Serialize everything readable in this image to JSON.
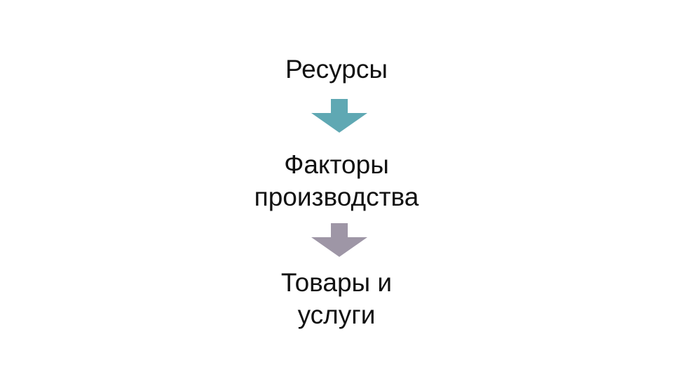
{
  "diagram": {
    "nodes": [
      {
        "lines": [
          "Ресурсы"
        ]
      },
      {
        "lines": [
          "Факторы",
          "производства"
        ]
      },
      {
        "lines": [
          "Товары и",
          "услуги"
        ]
      }
    ],
    "arrows": [
      {
        "direction": "down",
        "color": "#5fa8b3"
      },
      {
        "direction": "down",
        "color": "#9e96a6"
      }
    ]
  }
}
